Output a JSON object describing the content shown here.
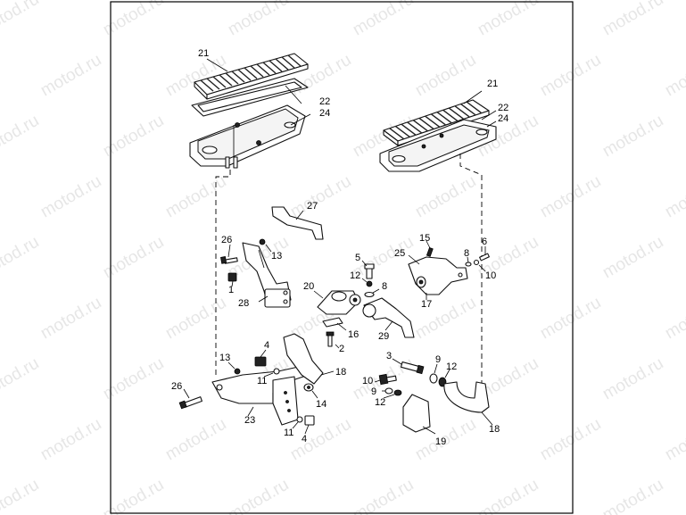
{
  "watermark": "motod.ru",
  "callouts": {
    "left_floorboard": {
      "c21": "21",
      "c22": "22",
      "c24": "24",
      "c26": "26",
      "c13": "13",
      "c1": "1",
      "c28": "28",
      "c27": "27"
    },
    "right_floorboard": {
      "c21": "21",
      "c22": "22",
      "c24": "24",
      "c15": "15",
      "c25": "25",
      "c8": "8",
      "c6": "6",
      "c10": "10",
      "c17": "17"
    },
    "center": {
      "c5": "5",
      "c12": "12",
      "c8": "8",
      "c20": "20",
      "c16": "16",
      "c2": "2",
      "c29": "29"
    },
    "lower_left": {
      "c13": "13",
      "c4a": "4",
      "c11a": "11",
      "c18": "18",
      "c26": "26",
      "c14": "14",
      "c23": "23",
      "c11b": "11",
      "c4b": "4"
    },
    "lower_right": {
      "c3": "3",
      "c9a": "9",
      "c12a": "12",
      "c10": "10",
      "c9b": "9",
      "c12b": "12",
      "c19": "19",
      "c18": "18"
    }
  }
}
